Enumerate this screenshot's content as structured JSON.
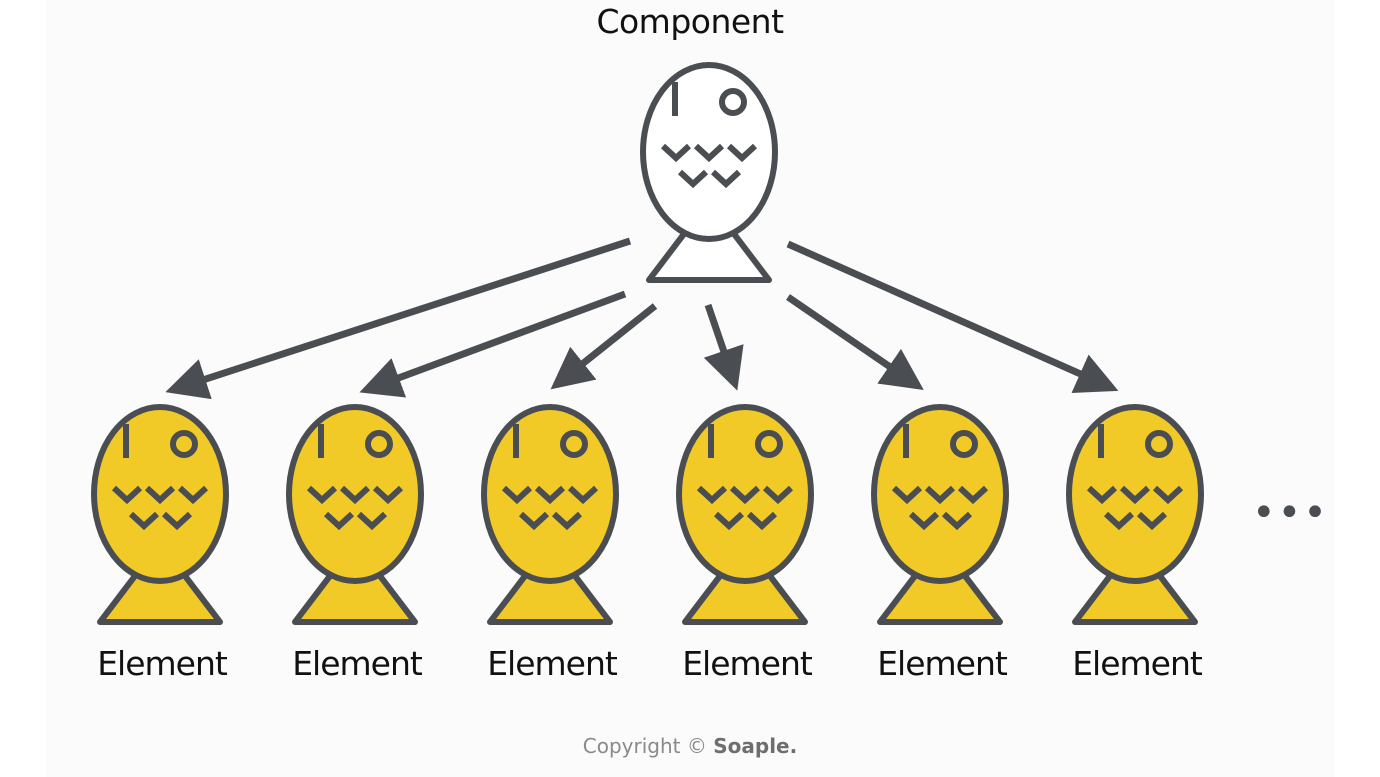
{
  "diagram": {
    "parent_label": "Component",
    "child_labels": [
      "Element",
      "Element",
      "Element",
      "Element",
      "Element",
      "Element"
    ],
    "ellipsis": "•••",
    "copyright_prefix": "Copyright ©",
    "copyright_brand": "Soaple."
  },
  "colors": {
    "stroke": "#4a4d52",
    "parent_fill": "#ffffff",
    "child_fill": "#f2ca27",
    "background": "#fbfbfb"
  }
}
